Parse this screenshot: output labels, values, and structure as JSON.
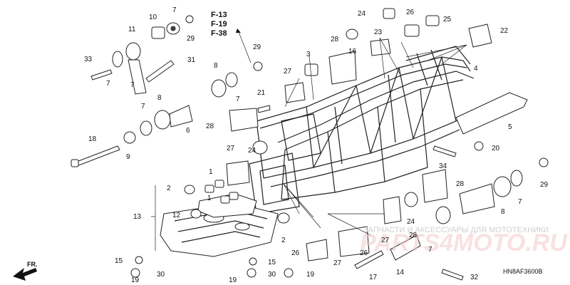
{
  "references": [
    "F-13",
    "F-19",
    "F-38"
  ],
  "diagram_code": "HN8AF3600B",
  "watermark": {
    "line1": "ЗАПЧАСТИ И АКСЕССУАРЫ ДЛЯ МОТОТЕХНИКИ",
    "line2": "PARTS4MOTO.RU"
  },
  "direction_marker": "FR.",
  "callouts": [
    "1",
    "2",
    "3",
    "4",
    "5",
    "6",
    "7",
    "8",
    "9",
    "10",
    "11",
    "12",
    "13",
    "14",
    "15",
    "16",
    "17",
    "18",
    "19",
    "20",
    "21",
    "22",
    "23",
    "24",
    "25",
    "26",
    "27",
    "28",
    "29",
    "30",
    "31",
    "32",
    "33",
    "34"
  ]
}
